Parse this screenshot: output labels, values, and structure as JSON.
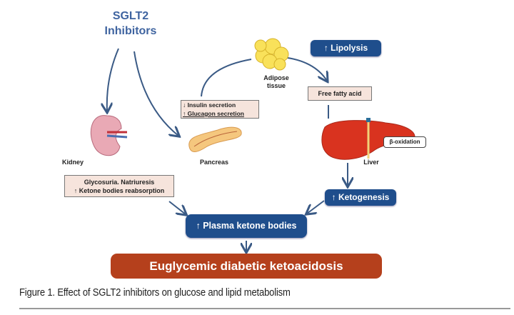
{
  "title_line1": "SGLT2",
  "title_line2": "Inhibitors",
  "nodes": {
    "kidney": "Kidney",
    "pancreas": "Pancreas",
    "adipose_line1": "Adipose",
    "adipose_line2": "tissue",
    "liver": "Liver"
  },
  "boxes": {
    "pancreas_effect_line1": "↓ Insulin secretion",
    "pancreas_effect_line2": "↑ Glucagon secretion",
    "lipolysis": "↑ Lipolysis",
    "free_fatty_acid": "Free fatty acid",
    "beta_oxidation": "β-oxidation",
    "kidney_effect_line1": "Glycosuria. Natriuresis",
    "kidney_effect_line2": "↑ Ketone bodies reabsorption",
    "ketogenesis": "↑ Ketogenesis",
    "plasma": "↑ Plasma ketone bodies",
    "outcome": "Euglycemic diabetic ketoacidosis"
  },
  "caption": "Figure 1. Effect of SGLT2 inhibitors on glucose and lipid metabolism",
  "colors": {
    "title": "#3f64a0",
    "box_blue": "#1f4e8c",
    "outcome": "#b5401c",
    "arrow": "#3a5a85",
    "pink_box": "#f6e4dc"
  }
}
